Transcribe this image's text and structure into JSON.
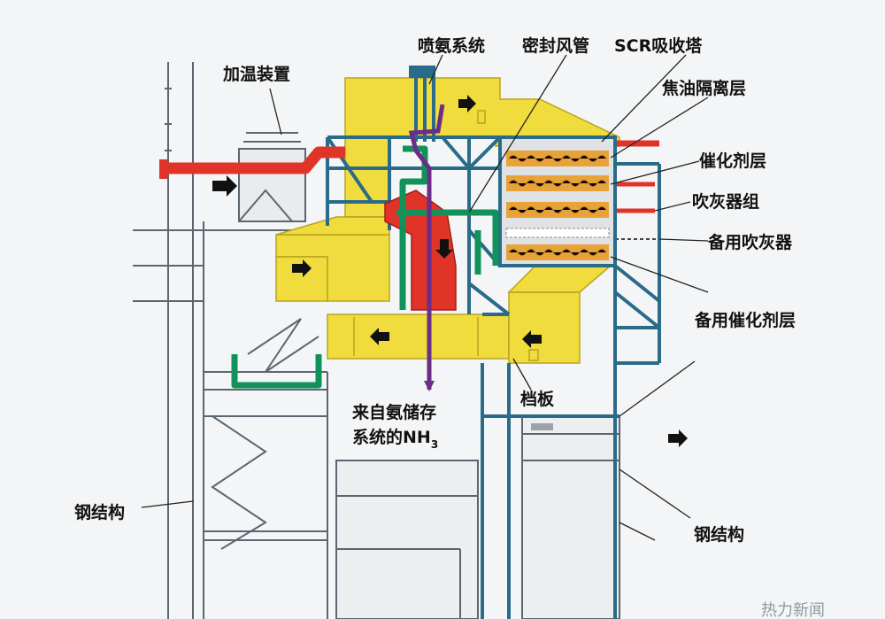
{
  "labels": {
    "ammonia_injection": "喷氨系统",
    "seal_air_duct": "密封风管",
    "scr_tower": "SCR吸收塔",
    "heating_device": "加温装置",
    "tar_isolation_layer": "焦油隔离层",
    "catalyst_layer": "催化剂层",
    "soot_blower_group": "吹灰器组",
    "spare_soot_blower": "备用吹灰器",
    "spare_catalyst_layer": "备用催化剂层",
    "damper": "档板",
    "nh3_source_line1": "来自氨储存",
    "nh3_source_line2": "系统的NH",
    "nh3_subscript": "3",
    "steel_left": "钢结构",
    "steel_right": "钢结构"
  },
  "watermark": "热力新闻",
  "colors": {
    "duct_yellow": "#f0dc3c",
    "heat_red": "#e03428",
    "seal_green": "#10925a",
    "steel_blue": "#2a6b8a",
    "nh3_purple": "#6a2d88",
    "catalyst_orange": "#e8a23a"
  }
}
